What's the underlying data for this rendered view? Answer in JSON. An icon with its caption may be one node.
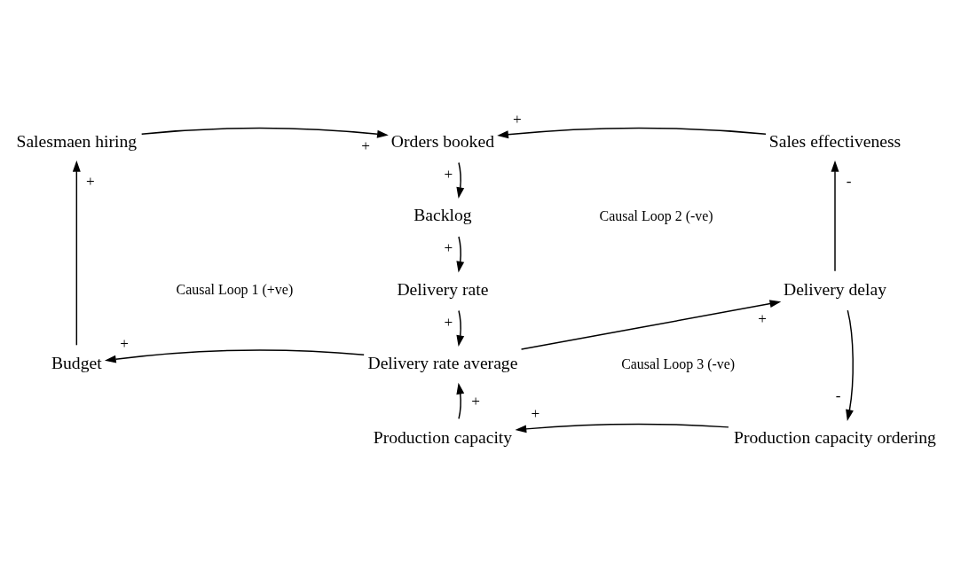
{
  "diagram": {
    "nodes": [
      {
        "text": [
          "Salesmaen hiring"
        ]
      },
      {
        "text": [
          "Orders booked"
        ]
      },
      {
        "text": [
          "Sales effectiveness"
        ]
      },
      {
        "text": [
          "Backlog"
        ]
      },
      {
        "text": [
          "Delivery rate"
        ]
      },
      {
        "text": [
          "Delivery delay"
        ]
      },
      {
        "text": [
          "Budget"
        ]
      },
      {
        "text": [
          "Delivery rate average"
        ]
      },
      {
        "text": [
          "Production capacity ordering"
        ]
      },
      {
        "text": [
          "Production capacity"
        ]
      }
    ],
    "edges": [
      {
        "from": 0,
        "to": 1,
        "arrow": "to",
        "label": "+"
      },
      {
        "from": 2,
        "to": 1,
        "arrow": "to",
        "label": "+"
      },
      {
        "from": 1,
        "to": 3,
        "arrow": "to",
        "label": "+"
      },
      {
        "from": 3,
        "to": 4,
        "arrow": "to",
        "label": "+"
      },
      {
        "from": 4,
        "to": 7,
        "arrow": "to",
        "label": "+"
      },
      {
        "from": 7,
        "to": 5,
        "arrow": "to",
        "label": "+"
      },
      {
        "from": 5,
        "to": 2,
        "arrow": "to",
        "label": "-"
      },
      {
        "from": 5,
        "to": 8,
        "arrow": "to",
        "label": "-"
      },
      {
        "from": 8,
        "to": 9,
        "arrow": "to",
        "label": "+"
      },
      {
        "from": 9,
        "to": 7,
        "arrow": "to",
        "label": "+"
      },
      {
        "from": 7,
        "to": 6,
        "arrow": "to",
        "label": "+"
      },
      {
        "from": 6,
        "to": 0,
        "arrow": "to",
        "label": "+"
      }
    ],
    "labels": [
      "Causal Loop 1 (+ve)",
      "Causal Loop 2 (-ve)",
      "Causal Loop 3 (-ve)"
    ]
  }
}
